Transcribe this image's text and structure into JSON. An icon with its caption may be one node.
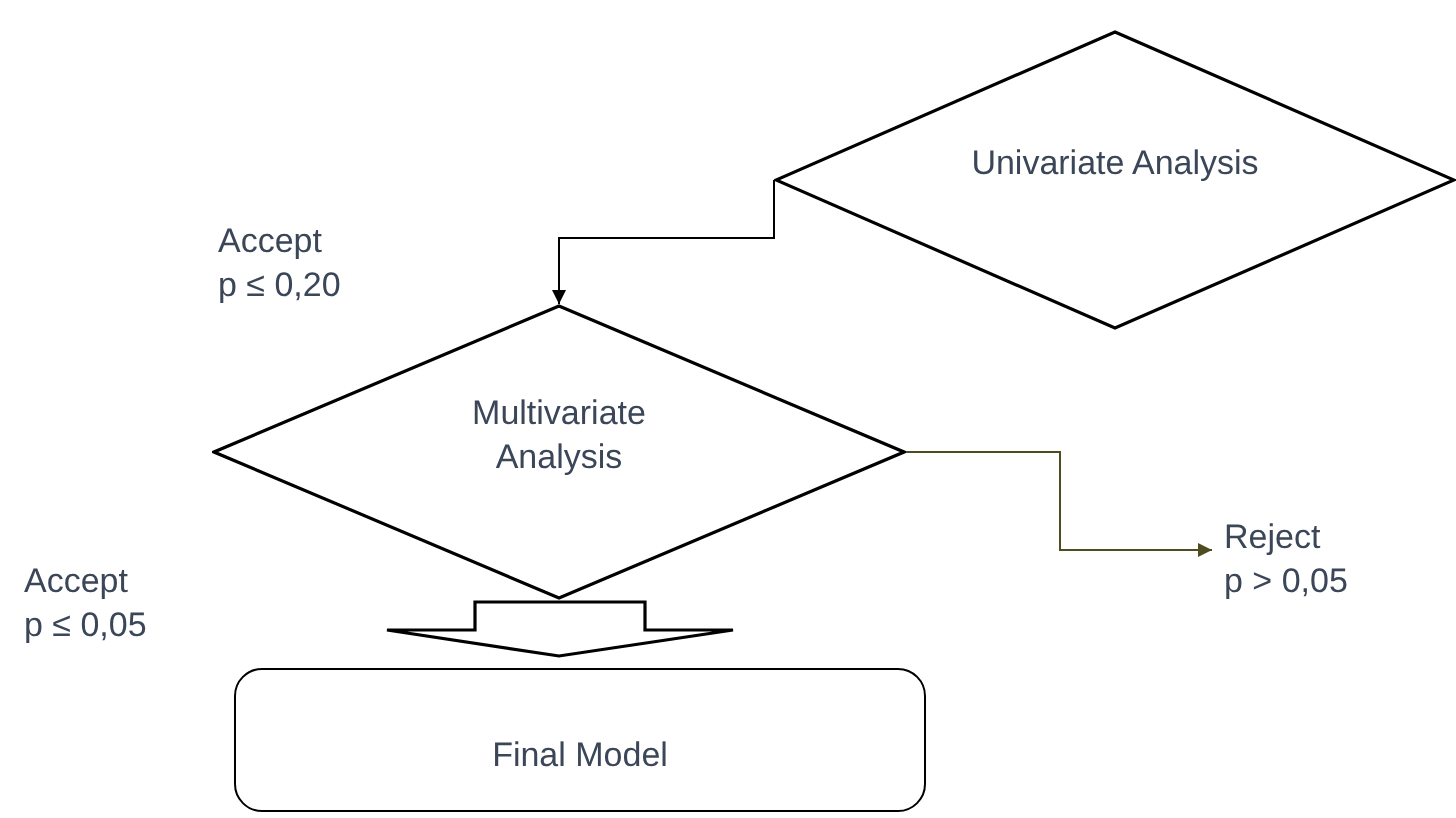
{
  "diagram": {
    "nodes": [
      {
        "text": [
          "Univariate Analysis"
        ]
      },
      {
        "text": [
          "Multivariate Analysis"
        ]
      },
      {
        "text": [
          "Final Model"
        ]
      },
      {
        "text": [
          "Reject",
          "p > 0,05"
        ]
      }
    ],
    "edges": [
      {
        "from": 0,
        "to": 1,
        "arrow": "to"
      },
      {
        "from": 1,
        "to": 2,
        "arrow": "to",
        "style": "thick"
      },
      {
        "from": 1,
        "to": 3,
        "arrow": "to",
        "color": "#4d4d1f"
      }
    ],
    "labels": [
      "Accept",
      "p ≤ 0,20",
      "Accept",
      "p ≤ 0,05"
    ]
  }
}
